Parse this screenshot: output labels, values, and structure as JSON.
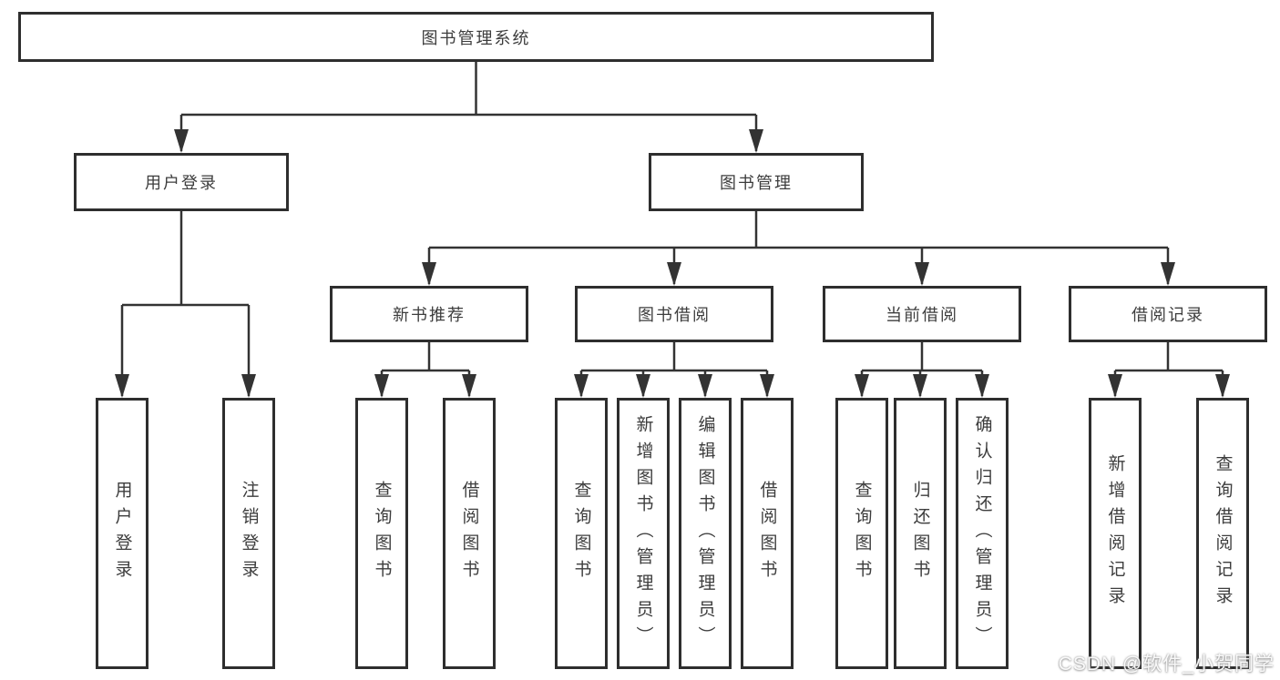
{
  "diagram": {
    "root": {
      "label": "图书管理系统"
    },
    "branches": [
      {
        "label": "用户登录",
        "children": [
          {
            "label": "用户登录"
          },
          {
            "label": "注销登录"
          }
        ]
      },
      {
        "label": "图书管理",
        "children": [
          {
            "label": "新书推荐",
            "children": [
              {
                "label": "查询图书"
              },
              {
                "label": "借阅图书"
              }
            ]
          },
          {
            "label": "图书借阅",
            "children": [
              {
                "label": "查询图书"
              },
              {
                "label": "新增图书（管理员）"
              },
              {
                "label": "编辑图书（管理员）"
              },
              {
                "label": "借阅图书"
              }
            ]
          },
          {
            "label": "当前借阅",
            "children": [
              {
                "label": "查询图书"
              },
              {
                "label": "归还图书"
              },
              {
                "label": "确认归还（管理员）"
              }
            ]
          },
          {
            "label": "借阅记录",
            "children": [
              {
                "label": "新增借阅记录"
              },
              {
                "label": "查询借阅记录"
              }
            ]
          }
        ]
      }
    ]
  },
  "watermark": {
    "text": "CSDN @软件_小贺同学"
  },
  "colors": {
    "line": "#333333",
    "box_border": "#2e2e2e",
    "text": "#3d3d3d",
    "background": "#ffffff"
  }
}
